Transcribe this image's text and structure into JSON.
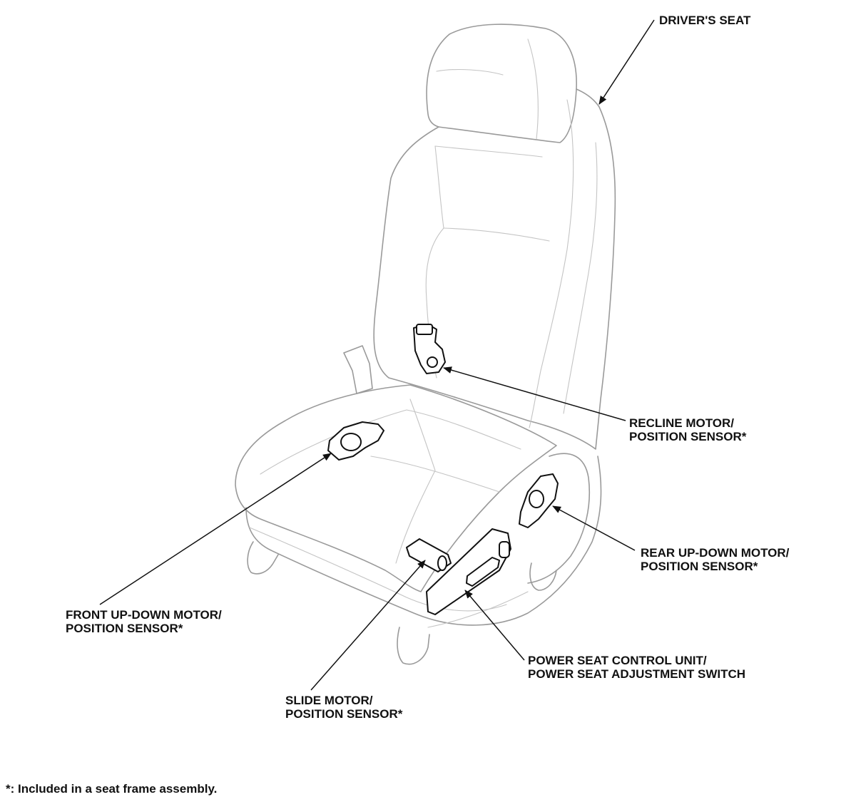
{
  "labels": {
    "drivers_seat": "DRIVER'S SEAT",
    "recline": {
      "line1": "RECLINE MOTOR/",
      "line2": "POSITION SENSOR*"
    },
    "rear_up_down": {
      "line1": "REAR UP-DOWN MOTOR/",
      "line2": "POSITION SENSOR*"
    },
    "front_up_down": {
      "line1": "FRONT UP-DOWN MOTOR/",
      "line2": "POSITION SENSOR*"
    },
    "power_seat_control": {
      "line1": "POWER SEAT CONTROL UNIT/",
      "line2": "POWER SEAT ADJUSTMENT SWITCH"
    },
    "slide": {
      "line1": "SLIDE MOTOR/",
      "line2": "POSITION SENSOR*"
    }
  },
  "footnote": "*: Included in a seat frame assembly.",
  "colors": {
    "outline": "#9a9a9a",
    "ink": "#111111"
  }
}
